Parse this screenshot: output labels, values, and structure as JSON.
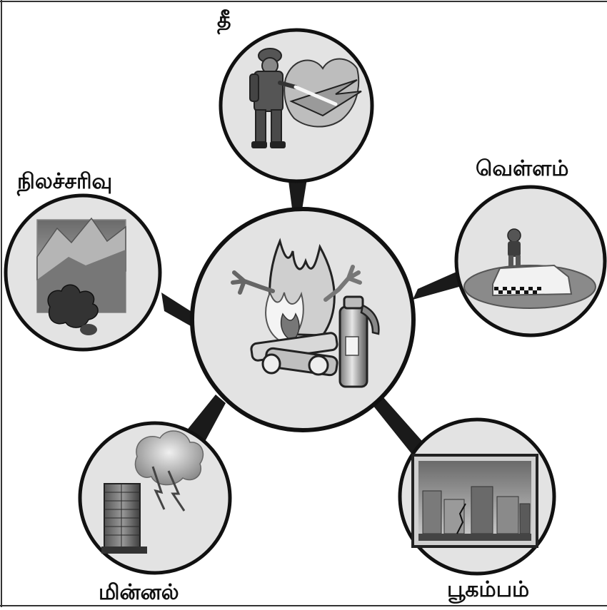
{
  "labels": {
    "fire": "தீ",
    "flood": "வெள்ளம்",
    "landslide": "நிலச்சரிவு",
    "lightning": "மின்னல்",
    "earthquake": "பூகம்பம்"
  },
  "colors": {
    "circle_fill": "#e3e3e3",
    "outline": "#111111",
    "connector": "#1a1a1a",
    "background": "#ffffff"
  },
  "icons": {
    "center": "campfire-extinguisher-icon",
    "fire": "firefighter-icon",
    "flood": "flood-car-icon",
    "landslide": "landslide-icon",
    "lightning": "lightning-building-icon",
    "earthquake": "earthquake-city-icon"
  }
}
